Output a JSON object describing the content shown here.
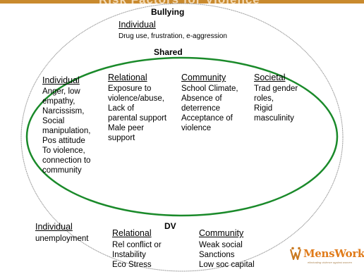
{
  "banner": {
    "text": "Risk Factors for Violence"
  },
  "outer_ellipse": {
    "title": "Bullying",
    "individual": {
      "heading": "Individual",
      "text": "Drug use, frustration, e-aggression"
    }
  },
  "shared": {
    "title": "Shared",
    "columns": [
      {
        "heading": "Individual",
        "lines": [
          "Anger, low",
          "empathy,",
          "Narcissism,",
          "Social",
          "manipulation,",
          "Pos attitude",
          "To violence,",
          "connection to",
          "community"
        ]
      },
      {
        "heading": "Relational",
        "lines": [
          "Exposure to",
          "violence/abuse,",
          "Lack of",
          "parental support",
          "Male peer",
          "support"
        ]
      },
      {
        "heading": "Community",
        "lines": [
          "School Climate,",
          "Absence of",
          "deterrence",
          "Acceptance of",
          "violence"
        ]
      },
      {
        "heading": "Societal",
        "lines": [
          "Trad gender",
          "roles,",
          "Rigid",
          "masculinity"
        ]
      }
    ]
  },
  "dv": {
    "title": "DV",
    "individual": {
      "heading": "Individual",
      "lines": [
        "unemployment"
      ]
    },
    "relational": {
      "heading": "Relational",
      "lines": [
        "Rel conflict or",
        "Instability",
        "Eco Stress"
      ]
    },
    "community": {
      "heading": "Community",
      "lines": [
        "Weak social",
        "Sanctions",
        "Low soc capital"
      ]
    }
  },
  "logo": {
    "text": "MensWork",
    "tagline": "eliminating violence against women"
  },
  "colors": {
    "shared_ellipse": "#1a8a2a",
    "outer_ellipse": "#8a8a8a",
    "brand": "#e07b1a"
  }
}
